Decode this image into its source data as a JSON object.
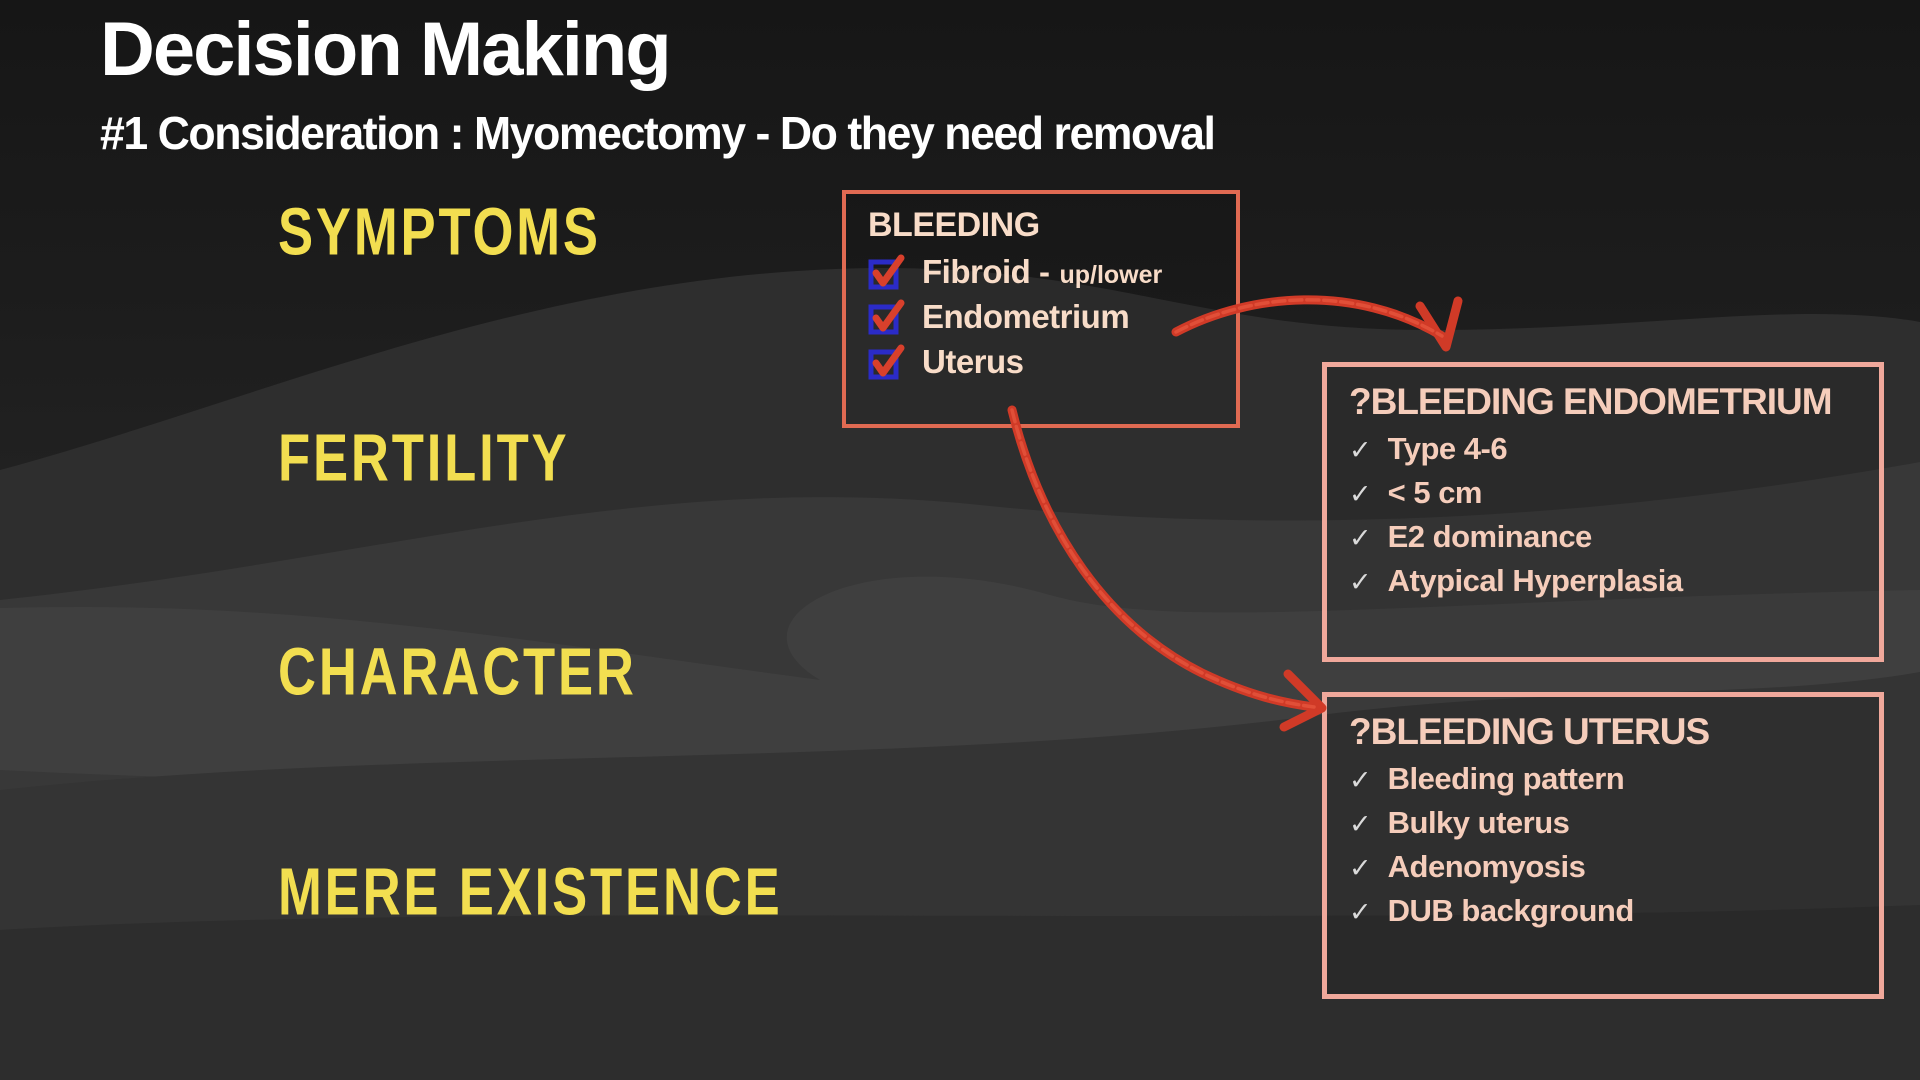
{
  "slide": {
    "title": "Decision Making",
    "subtitle": "#1 Consideration : Myomectomy - Do they need removal"
  },
  "left_labels": [
    {
      "label": "SYMPTOMS"
    },
    {
      "label": "FERTILITY"
    },
    {
      "label": "CHARACTER"
    },
    {
      "label": "MERE EXISTENCE"
    }
  ],
  "bleeding_box": {
    "title": "BLEEDING",
    "items": [
      {
        "text": "Fibroid -",
        "note": "up/lower",
        "checked": true
      },
      {
        "text": "Endometrium",
        "checked": true
      },
      {
        "text": "Uterus",
        "checked": true
      }
    ]
  },
  "endometrium_box": {
    "title": "?BLEEDING ENDOMETRIUM",
    "items": [
      "Type 4-6",
      "< 5 cm",
      "E2 dominance",
      "Atypical Hyperplasia"
    ]
  },
  "uterus_box": {
    "title": "?BLEEDING UTERUS",
    "items": [
      "Bleeding pattern",
      "Bulky uterus",
      "Adenomyosis",
      "DUB background"
    ]
  },
  "glyphs": {
    "check": "✓"
  },
  "colors": {
    "accent_yellow": "#F2DE50",
    "bleeding_border": "#E06A52",
    "right_box_border": "#F0A89B",
    "peach_text": "#F6D4C2",
    "arrow_red": "#D03A27",
    "checkbox_blue": "#2B2BC8",
    "title_white": "#FFFFFF"
  }
}
